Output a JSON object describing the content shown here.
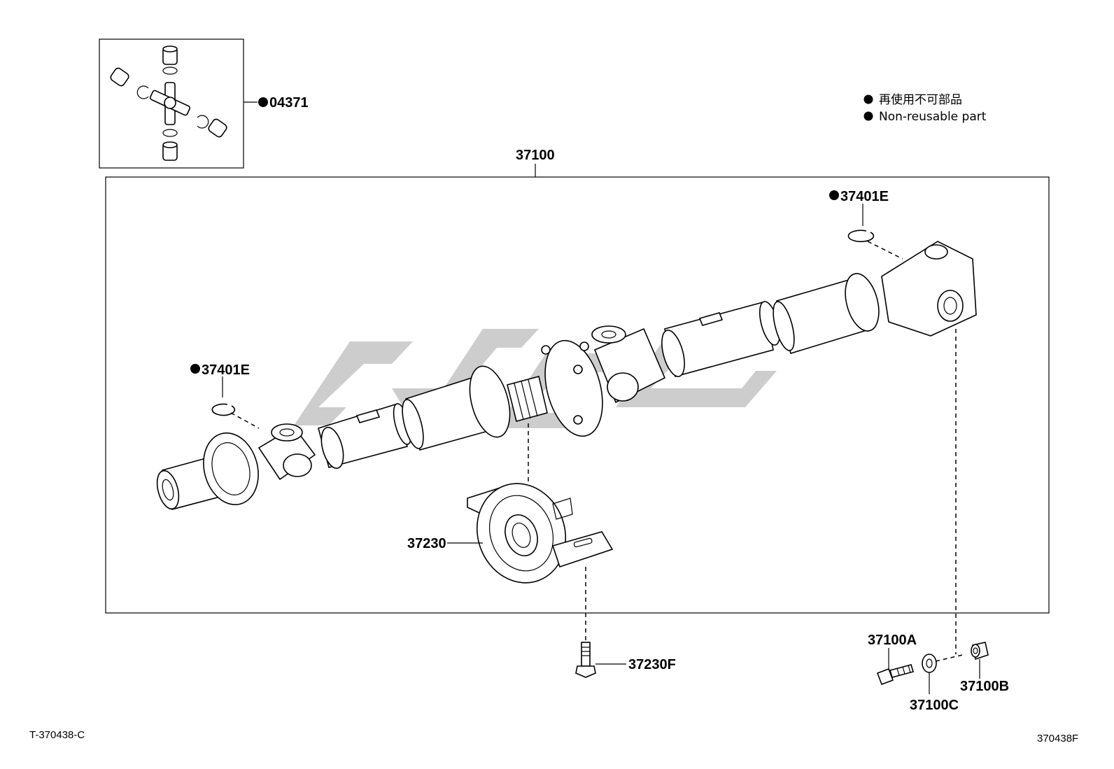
{
  "callouts": {
    "spider_kit": "04371",
    "propeller_shaft_assy": "37100",
    "snap_ring_right": "37401E",
    "snap_ring_left": "37401E",
    "center_bearing": "37230",
    "center_bearing_bolt": "37230F",
    "flange_bolt": "37100A",
    "flange_nut": "37100B",
    "flange_washer": "37100C"
  },
  "legend": {
    "line_jp": "再使用不可部品",
    "line_en": "Non-reusable part"
  },
  "footer": {
    "left_code": "T-370438-C",
    "right_code": "370438F"
  }
}
